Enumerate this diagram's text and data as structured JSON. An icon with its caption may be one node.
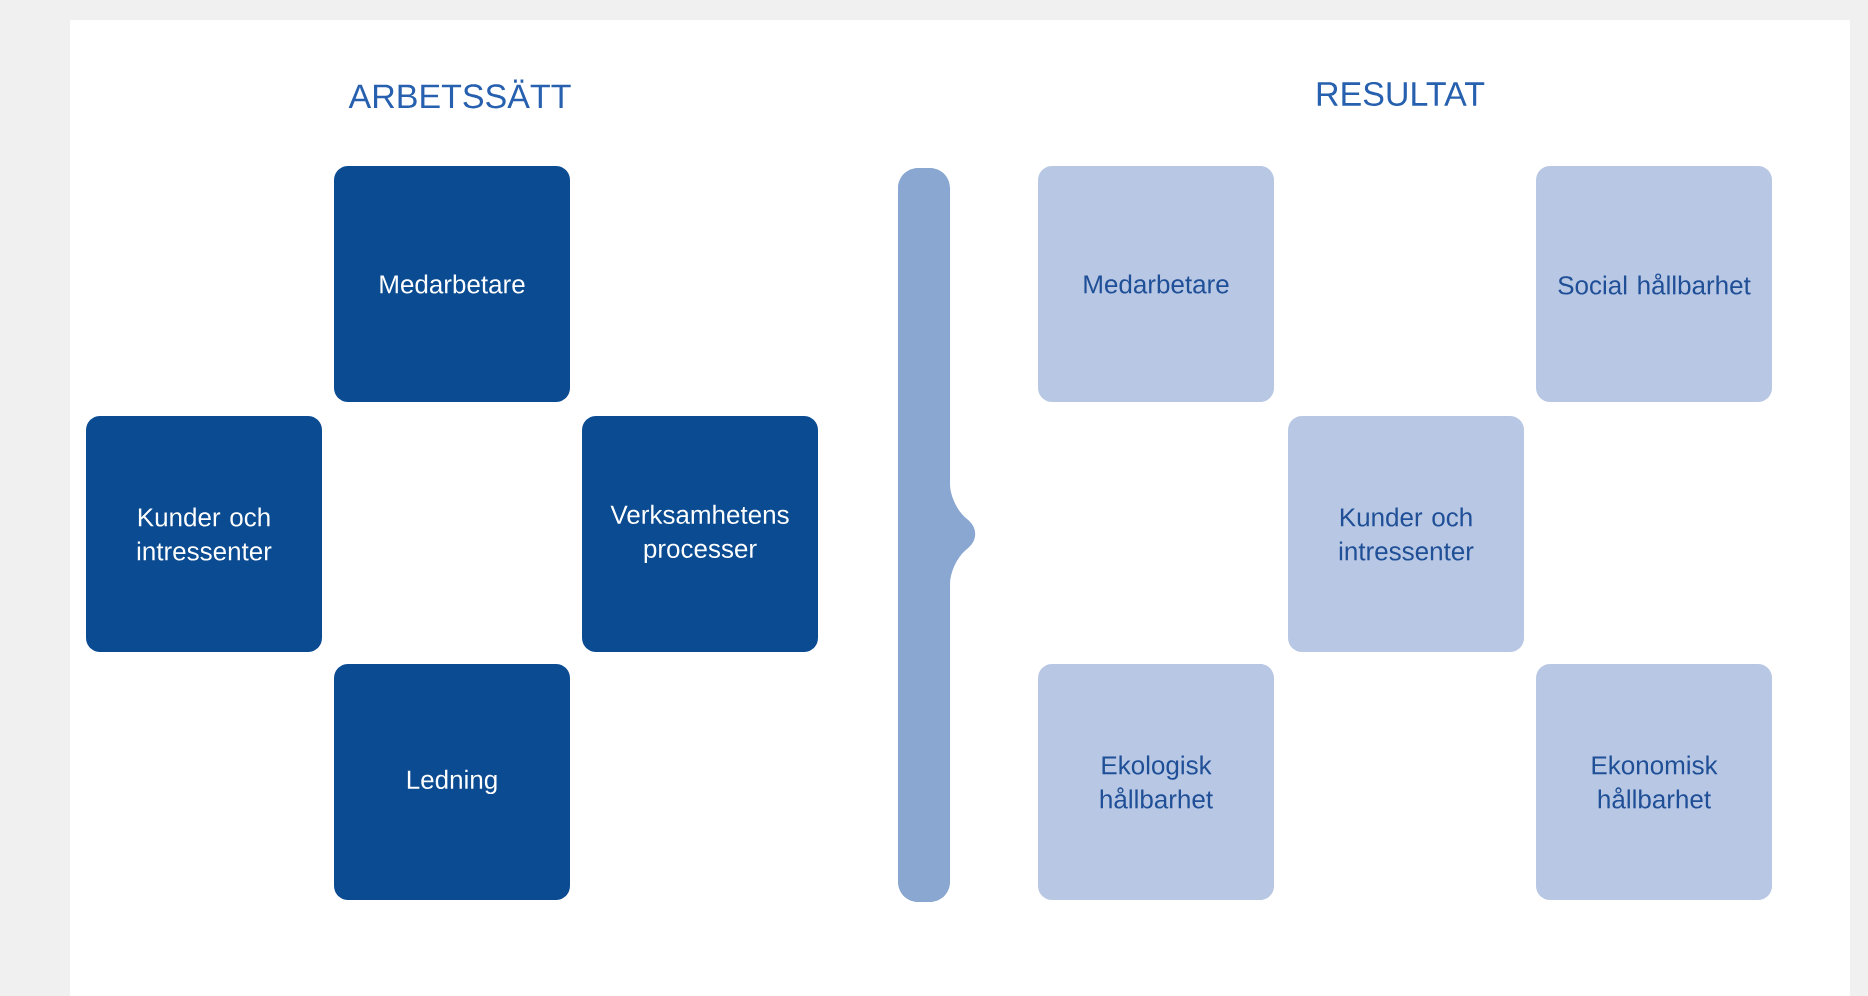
{
  "diagram": {
    "nodes": [
      {
        "text": [
          "Medarbetare"
        ]
      },
      {
        "text": [
          "Kunder och intressenter"
        ]
      },
      {
        "text": [
          "Verksamhetens processer"
        ]
      },
      {
        "text": [
          "Ledning"
        ]
      },
      {
        "text": [
          "Medarbetare"
        ]
      },
      {
        "text": [
          "Social hållbarhet"
        ]
      },
      {
        "text": [
          "Kunder och intressenter"
        ]
      },
      {
        "text": [
          "Ekologisk hållbarhet"
        ]
      },
      {
        "text": [
          "Ekonomisk hållbarhet"
        ]
      }
    ],
    "labels": [
      "ARBETSSÄTT",
      "RESULTAT"
    ]
  }
}
